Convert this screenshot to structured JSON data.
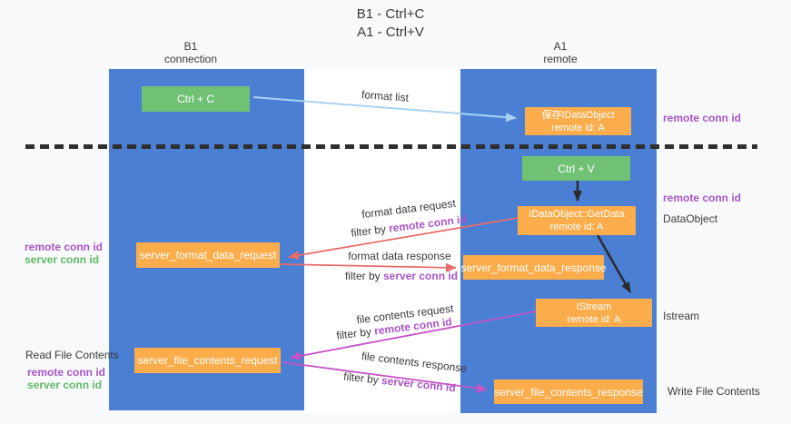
{
  "title": {
    "line1": "B1 - Ctrl+C",
    "line2": "A1 - Ctrl+V"
  },
  "lifelines": {
    "left": {
      "name": "B1",
      "role": "connection"
    },
    "right": {
      "name": "A1",
      "role": "remote"
    }
  },
  "boxes": {
    "ctrl_c": {
      "label": "Ctrl + C"
    },
    "ctrl_v": {
      "label": "Ctrl + V"
    },
    "save_dataobject": {
      "line1": "保存IDataObject",
      "line2": "remote id: A"
    },
    "getdata": {
      "line1": "IDataObject::GetData",
      "line2": "remote id: A"
    },
    "istream": {
      "line1": "IStream",
      "line2": "remote id: A"
    },
    "server_format_data_request": {
      "label": "server_format_data_request"
    },
    "server_format_data_response": {
      "label": "server_format_data_response"
    },
    "server_file_contents_request": {
      "label": "server_file_contents_request"
    },
    "server_file_contents_response": {
      "label": "server_file_contents_response"
    }
  },
  "flow_labels": {
    "format_list": "format list",
    "format_data_request": "format data request",
    "format_data_response": "format data response",
    "file_contents_request": "file contents request",
    "file_contents_response": "file contents response",
    "filter_by": "filter by",
    "remote_conn_id": "remote conn id",
    "server_conn_id": "server conn id"
  },
  "side_labels": {
    "remote_conn_id_top": "remote conn id",
    "remote_conn_id_mid": "remote conn id",
    "dataobject": "DataObject",
    "istream": "Istream",
    "write_file_contents": "Write File Contents",
    "read_file_contents": "Read File Contents",
    "left_remote_conn_id": "remote conn id",
    "left_server_conn_id": "server conn id",
    "read_remote_conn_id": "remote conn id",
    "read_server_conn_id": "server conn id"
  },
  "colors": {
    "lifeline_blue": "#4a7fd4",
    "box_orange": "#fbad4c",
    "box_green": "#71c175",
    "arrow_light_blue": "#a9d3f2",
    "arrow_red": "#e86c6c",
    "arrow_magenta": "#c653c6",
    "arrow_black": "#2b2b2b",
    "text_purple": "#a855c8",
    "text_green": "#5fb964"
  }
}
